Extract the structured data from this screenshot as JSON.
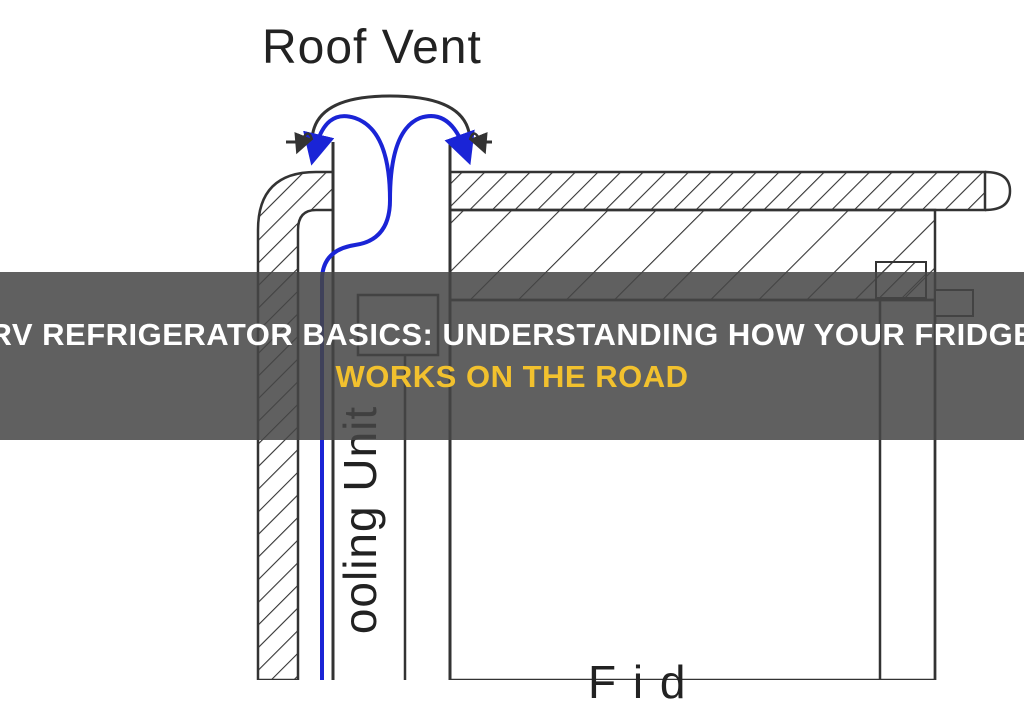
{
  "diagram": {
    "roof_vent_label": "Roof Vent",
    "cooling_unit_label": "ooling Unit",
    "fridge_label_partial": "F i d",
    "airflow_color": "#1a24d6",
    "line_color": "#333333"
  },
  "banner": {
    "title_line1": "RV REFRIGERATOR BASICS: UNDERSTANDING HOW YOUR FRIDGE",
    "title_line2": "WORKS ON THE ROAD",
    "text_color": "#ffffff",
    "highlight_color": "#f2c12e"
  }
}
